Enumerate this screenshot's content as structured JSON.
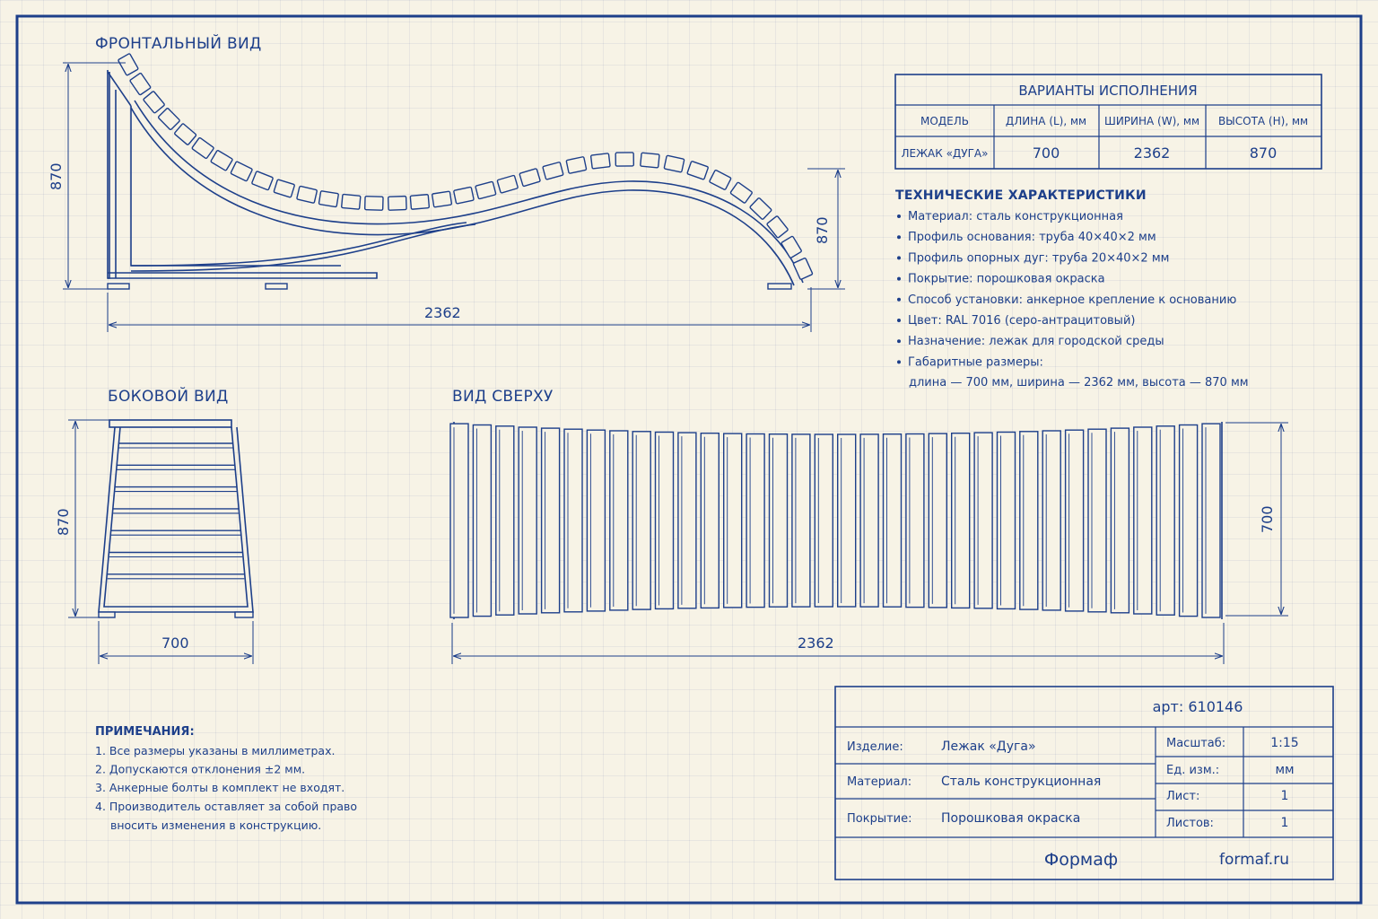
{
  "views": {
    "front": "ФРОНТАЛЬНЫЙ ВИД",
    "side": "БОКОВОЙ ВИД",
    "top": "ВИД СВЕРХУ"
  },
  "dimensions": {
    "front_height_left": "870",
    "front_height_right": "870",
    "front_length": "2362",
    "side_height": "870",
    "side_width": "700",
    "top_length": "2362",
    "top_width": "700"
  },
  "variants": {
    "title": "ВАРИАНТЫ ИСПОЛНЕНИЯ",
    "headers": [
      "МОДЕЛЬ",
      "ДЛИНА (L), мм",
      "ШИРИНА (W), мм",
      "ВЫСОТА (H), мм"
    ],
    "row": [
      "ЛЕЖАК «ДУГА»",
      "700",
      "2362",
      "870"
    ]
  },
  "specs": {
    "title": "ТЕХНИЧЕСКИЕ ХАРАКТЕРИСТИКИ",
    "items": [
      "Материал: сталь конструкционная",
      "Профиль основания: труба 40×40×2 мм",
      "Профиль опорных дуг: труба 20×40×2 мм",
      "Покрытие: порошковая окраска",
      "Способ установки: анкерное крепление к основанию",
      "Цвет: RAL 7016 (серо-антрацитовый)",
      "Назначение: лежак для городской среды",
      "Габаритные размеры:"
    ],
    "continuation": "длина — 700 мм, ширина — 2362 мм, высота — 870 мм"
  },
  "notes": {
    "title": "ПРИМЕЧАНИЯ:",
    "items": [
      "1.  Все размеры указаны в миллиметрах.",
      "2.  Допускаются отклонения ±2 мм.",
      "3.  Анкерные болты в комплект не входят.",
      "4.  Производитель оставляет за собой право"
    ],
    "continuation": "вносить изменения в конструкцию."
  },
  "titleblock": {
    "article": "арт: 610146",
    "product_label": "Изделие:",
    "product_value": "Лежак «Дуга»",
    "material_label": "Материал:",
    "material_value": "Сталь конструкционная",
    "coating_label": "Покрытие:",
    "coating_value": "Порошковая окраска",
    "scale_label": "Масштаб:",
    "scale_value": "1:15",
    "unit_label": "Ед. изм.:",
    "unit_value": "мм",
    "sheet_label": "Лист:",
    "sheet_value": "1",
    "sheets_label": "Листов:",
    "sheets_value": "1",
    "brand": "Формаф",
    "site": "formaf.ru"
  },
  "colors": {
    "ink": "#1d3f8a",
    "paper": "#f7f3e6"
  }
}
